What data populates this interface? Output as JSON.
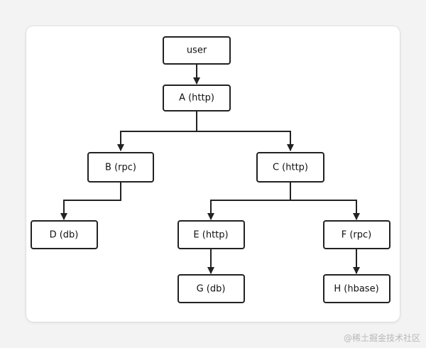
{
  "diagram": {
    "nodes": {
      "user": "user",
      "A": "A (http)",
      "B": "B (rpc)",
      "C": "C (http)",
      "D": "D (db)",
      "E": "E (http)",
      "F": "F (rpc)",
      "G": "G (db)",
      "H": "H (hbase)"
    },
    "edges": [
      [
        "user",
        "A"
      ],
      [
        "A",
        "B"
      ],
      [
        "A",
        "C"
      ],
      [
        "B",
        "D"
      ],
      [
        "C",
        "E"
      ],
      [
        "C",
        "F"
      ],
      [
        "E",
        "G"
      ],
      [
        "F",
        "H"
      ]
    ]
  },
  "watermark": "@稀土掘金技术社区"
}
